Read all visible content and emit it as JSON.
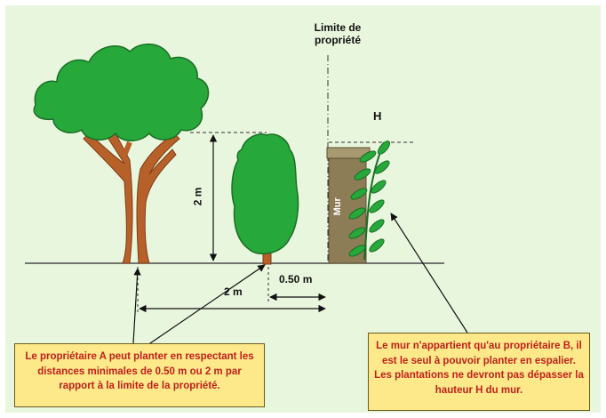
{
  "labels": {
    "boundary": "Limite de\npropriété",
    "wall_height": "H",
    "hedge_height": "2 m",
    "wall": "Mur",
    "distance_small": "0.50 m",
    "distance_large": "2 m"
  },
  "notes": {
    "left": "Le propriétaire A peut planter en respectant les distances minimales de 0.50 m ou 2 m par rapport à la limite de la propriété.",
    "right": "Le mur n'appartient qu'au propriétaire B, il est le seul à pouvoir planter en espalier. Les plantations ne devront pas dépasser la hauteur H du mur."
  },
  "colors": {
    "background": "#e9f6de",
    "frame": "#ffffff",
    "foliage": "#27a83a",
    "foliage_dark": "#1a6e25",
    "trunk": "#b8602a",
    "wall": "#8c7d56",
    "note_fill": "#fde98a",
    "note_text": "#c0201b"
  }
}
